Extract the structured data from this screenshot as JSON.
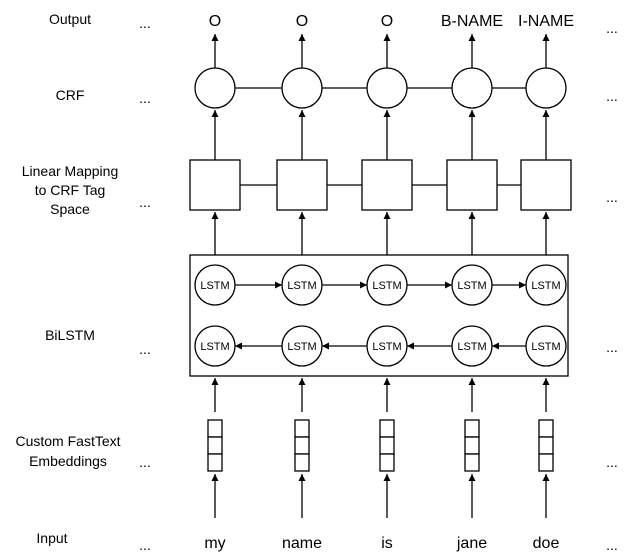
{
  "row_labels": {
    "output": "Output",
    "crf": "CRF",
    "linear": [
      "Linear Mapping",
      "to CRF Tag",
      "Space"
    ],
    "bilstm": "BiLSTM",
    "embeddings": [
      "Custom FastText",
      "Embeddings"
    ],
    "input": "Input"
  },
  "ellipsis": "...",
  "lstm_label": "LSTM",
  "columns": [
    {
      "word": "my",
      "tag": "O"
    },
    {
      "word": "name",
      "tag": "O"
    },
    {
      "word": "is",
      "tag": "O"
    },
    {
      "word": "jane",
      "tag": "B-NAME"
    },
    {
      "word": "doe",
      "tag": "I-NAME"
    }
  ]
}
